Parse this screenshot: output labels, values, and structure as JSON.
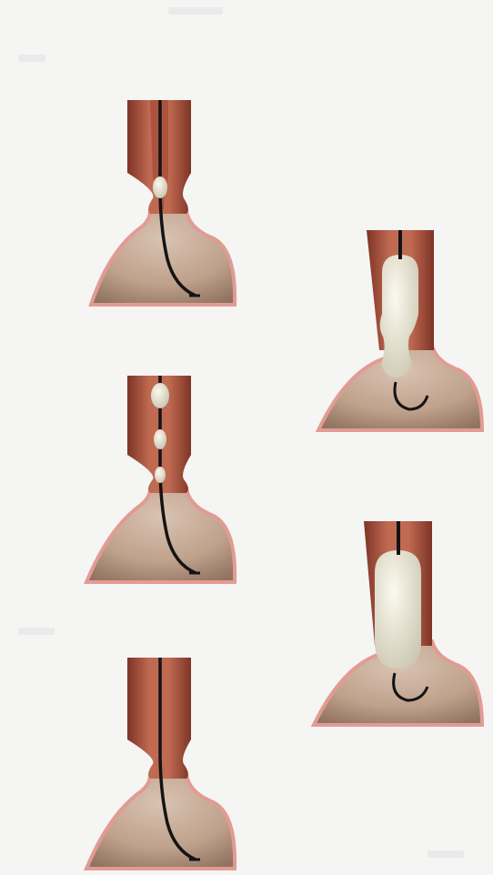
{
  "figure": {
    "panels": [
      {
        "id": "left-1",
        "stage": "single-balloon-at-sphincter",
        "balloon_count": 1
      },
      {
        "id": "left-2",
        "stage": "multiple-balloons-in-esophagus",
        "balloon_count": 3
      },
      {
        "id": "left-3",
        "stage": "catheter-without-balloon",
        "balloon_count": 0
      },
      {
        "id": "right-1",
        "stage": "large-balloon-dilation",
        "balloon_count": 1
      },
      {
        "id": "right-2",
        "stage": "large-balloon-full-dilation",
        "balloon_count": 1
      }
    ]
  },
  "colors": {
    "background": "#f5f5f4",
    "esophagus_wall": "#b3563f",
    "esophagus_wall_dark": "#7e3426",
    "stomach_fill": "#c9ab98",
    "stomach_shadow": "#9c7f6c",
    "stomach_edge": "#e29b94",
    "lumen": "#f0e2dc",
    "catheter": "#141414",
    "balloon": "#eeece0",
    "balloon_shade": "#cfcbb8"
  },
  "icons": [
    "esophagus-illustration",
    "stomach-illustration",
    "balloon-catheter-illustration"
  ]
}
